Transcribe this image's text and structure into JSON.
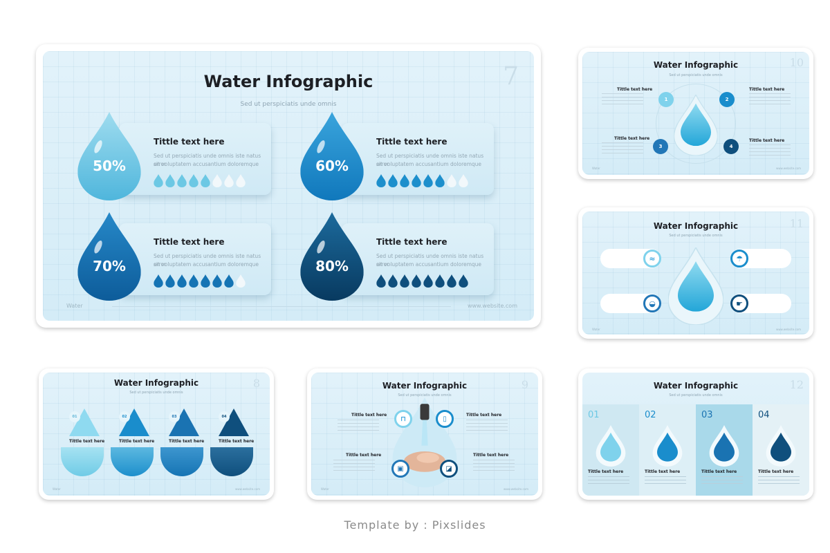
{
  "slide7": {
    "title": "Water Infographic",
    "subtitle": "Sed ut perspiciatis unde omnis",
    "number": "7",
    "footer_left": "Water",
    "footer_right": "www.website.com",
    "items": [
      {
        "pct": "50%",
        "title": "Tittle text here",
        "desc1": "Sed ut perspiciatis unde omnis iste natus error",
        "desc2": "sit voluptatem accusantium doloremque",
        "filled": 5,
        "color": "#6cc8e4"
      },
      {
        "pct": "60%",
        "title": "Tittle text here",
        "desc1": "Sed ut perspiciatis unde omnis iste natus error",
        "desc2": "sit voluptatem accusantium doloremque",
        "filled": 6,
        "color": "#1d8fcc"
      },
      {
        "pct": "70%",
        "title": "Tittle text here",
        "desc1": "Sed ut perspiciatis unde omnis iste natus error",
        "desc2": "sit voluptatem accusantium doloremque",
        "filled": 7,
        "color": "#1574b4"
      },
      {
        "pct": "80%",
        "title": "Tittle text here",
        "desc1": "Sed ut perspiciatis unde omnis iste natus error",
        "desc2": "sit voluptatem accusantium doloremque",
        "filled": 8,
        "color": "#0f4f7d"
      }
    ]
  },
  "slide10": {
    "title": "Water Infographic",
    "subtitle": "Sed ut perspiciatis unde omnis",
    "number": "10",
    "footer_left": "Water",
    "footer_right": "www.website.com",
    "labels": [
      "Tittle text here",
      "Tittle text here",
      "Tittle text here",
      "Tittle text here"
    ],
    "steps": [
      "1",
      "2",
      "3",
      "4"
    ]
  },
  "slide11": {
    "title": "Water Infographic",
    "subtitle": "Sed ut perspiciatis unde omnis",
    "number": "11",
    "footer_left": "Water",
    "footer_right": "www.website.com"
  },
  "slide8": {
    "title": "Water Infographic",
    "subtitle": "Sed ut perspiciatis unde omnis",
    "number": "8",
    "footer_left": "Water",
    "footer_right": "www.website.com",
    "items": [
      {
        "step": "01",
        "title": "Tittle text here"
      },
      {
        "step": "02",
        "title": "Tittle text here"
      },
      {
        "step": "03",
        "title": "Tittle text here"
      },
      {
        "step": "04",
        "title": "Tittle text here"
      }
    ]
  },
  "slide9": {
    "title": "Water Infographic",
    "subtitle": "Sed ut perspiciatis unde omnis",
    "number": "9",
    "footer_left": "Water",
    "footer_right": "www.website.com",
    "labels": [
      "Tittle text here",
      "Tittle text here",
      "Tittle text here",
      "Tittle text here"
    ]
  },
  "slide12": {
    "title": "Water Infographic",
    "subtitle": "Sed ut perspiciatis unde omnis",
    "number": "12",
    "items": [
      {
        "step": "01",
        "title": "Tittle text here"
      },
      {
        "step": "02",
        "title": "Tittle text here"
      },
      {
        "step": "03",
        "title": "Tittle text here"
      },
      {
        "step": "04",
        "title": "Tittle text here"
      }
    ]
  },
  "credit": "Template by : Pixslides",
  "colors": {
    "light": "#6cc8e4",
    "mid": "#1d8fcc",
    "deep": "#1574b4",
    "dark": "#0f4f7d"
  }
}
